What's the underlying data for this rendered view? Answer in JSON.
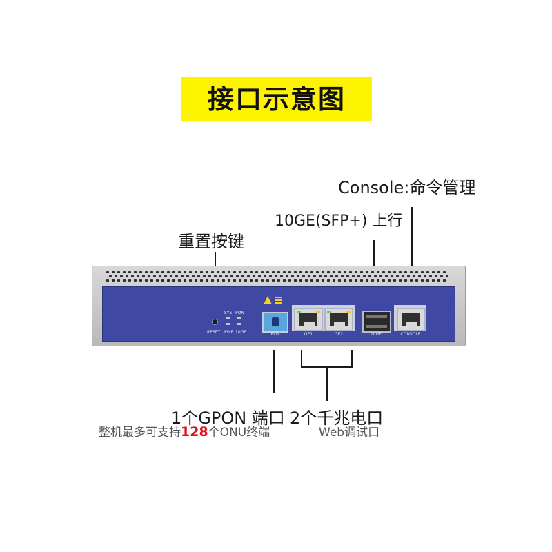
{
  "title": "接口示意图",
  "labels": {
    "console": "Console:命令管理",
    "uplink": "10GE(SFP+) 上行",
    "reset": "重置按键",
    "gpon": "1个GPON 端口",
    "gpon_note_prefix": "整机最多可支持",
    "gpon_note_number": "128",
    "gpon_note_suffix": "个ONU终端",
    "ge": "2个千兆电口",
    "ge_note": "Web调试口"
  },
  "panel": {
    "reset": "RESET",
    "led_sys": "SYS",
    "led_pon": "PON",
    "led_pwr": "PWR",
    "led_10ge": "10GE",
    "port_pon": "PON",
    "port_ge1": "GE1",
    "port_ge2": "GE2",
    "port_10ge": "10GE",
    "port_console": "CONSOLE"
  },
  "colors": {
    "title_bg": "#fdf200",
    "panel_blue": "#3f49a3",
    "pon_port": "#5aa7e0",
    "highlight": "#e0131c"
  }
}
